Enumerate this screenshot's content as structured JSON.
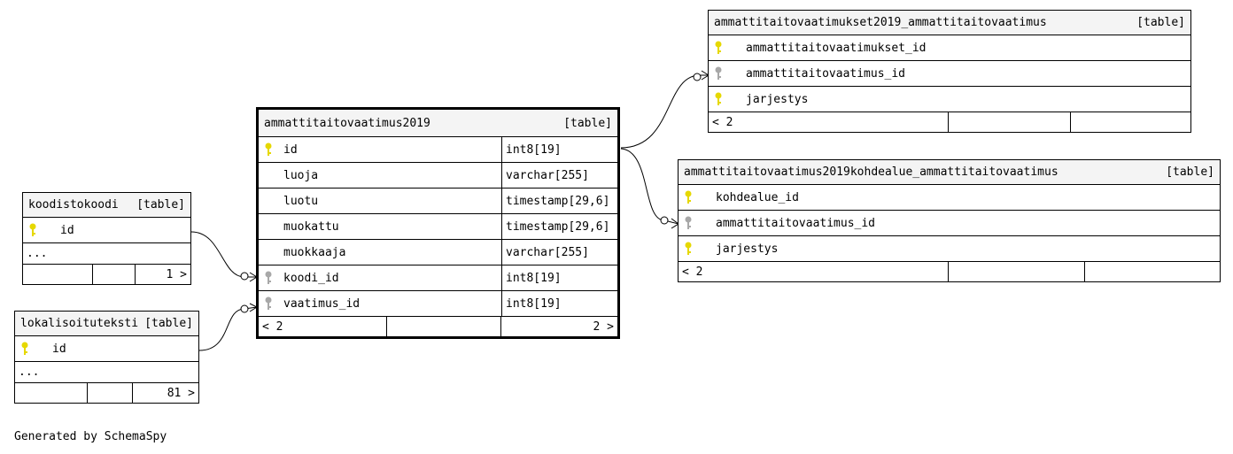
{
  "diagram": {
    "credit": "Generated by SchemaSpy",
    "main_table": {
      "name": "ammattitaitovaatimus2019",
      "kind": "[table]",
      "columns": [
        {
          "name": "id",
          "type": "int8[19]",
          "key": "primary"
        },
        {
          "name": "luoja",
          "type": "varchar[255]",
          "key": "none"
        },
        {
          "name": "luotu",
          "type": "timestamp[29,6]",
          "key": "none"
        },
        {
          "name": "muokattu",
          "type": "timestamp[29,6]",
          "key": "none"
        },
        {
          "name": "muokkaaja",
          "type": "varchar[255]",
          "key": "none"
        },
        {
          "name": "koodi_id",
          "type": "int8[19]",
          "key": "foreign"
        },
        {
          "name": "vaatimus_id",
          "type": "int8[19]",
          "key": "foreign"
        }
      ],
      "footer_left": "< 2",
      "footer_right": "2 >"
    },
    "koodistokoodi": {
      "name": "koodistokoodi",
      "kind": "[table]",
      "columns": [
        {
          "name": "id",
          "key": "primary"
        }
      ],
      "ellipsis": "...",
      "footer_right": "1 >"
    },
    "lokalisoituteksti": {
      "name": "lokalisoituteksti",
      "kind": "[table]",
      "columns": [
        {
          "name": "id",
          "key": "primary"
        }
      ],
      "ellipsis": "...",
      "footer_right": "81 >"
    },
    "ammattitaitovaatimukset_join": {
      "name": "ammattitaitovaatimukset2019_ammattitaitovaatimus",
      "kind": "[table]",
      "columns": [
        {
          "name": "ammattitaitovaatimukset_id",
          "key": "primary"
        },
        {
          "name": "ammattitaitovaatimus_id",
          "key": "foreign"
        },
        {
          "name": "jarjestys",
          "key": "primary"
        }
      ],
      "footer_left": "< 2"
    },
    "kohdealue_join": {
      "name": "ammattitaitovaatimus2019kohdealue_ammattitaitovaatimus",
      "kind": "[table]",
      "columns": [
        {
          "name": "kohdealue_id",
          "key": "primary"
        },
        {
          "name": "ammattitaitovaatimus_id",
          "key": "foreign"
        },
        {
          "name": "jarjestys",
          "key": "primary"
        }
      ],
      "footer_left": "< 2"
    },
    "colors": {
      "primary_key": "#e6d800",
      "foreign_key": "#a8a8a8"
    }
  }
}
